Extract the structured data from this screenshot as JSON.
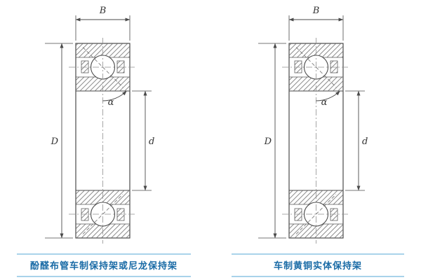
{
  "figure": {
    "labels": {
      "width": "B",
      "outer_diameter": "D",
      "bore_diameter": "d",
      "contact_angle": "α"
    }
  },
  "diagrams": [
    {
      "caption": "酚醛布管车制保持架或尼龙保持架"
    },
    {
      "caption": "车制黄铜实体保持架"
    }
  ],
  "colors": {
    "caption_text": "#1a6ba6",
    "caption_rule": "#a9d3ea",
    "drawing_line": "#4a4a4a"
  }
}
